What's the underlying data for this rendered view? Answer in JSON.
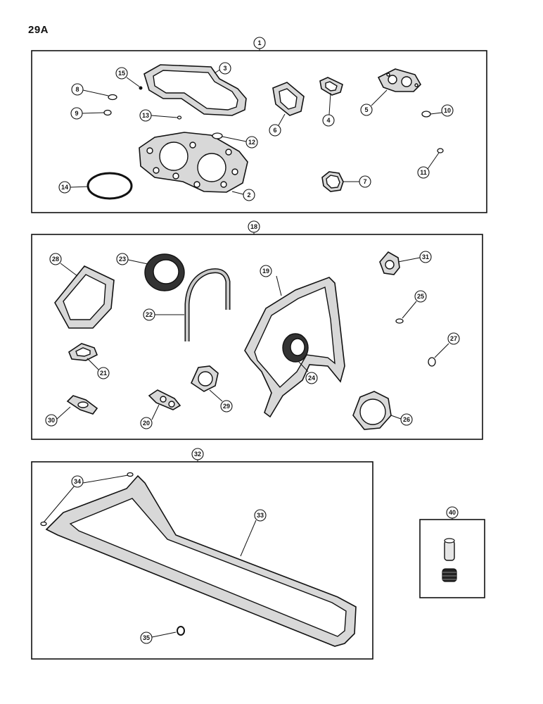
{
  "page_label": "29A",
  "groups": {
    "top_kit": "1",
    "front_kit": "18",
    "pan_kit": "32",
    "insert_kit": "40"
  },
  "callouts": {
    "c2": "2",
    "c3": "3",
    "c4": "4",
    "c5": "5",
    "c6": "6",
    "c7": "7",
    "c8": "8",
    "c9": "9",
    "c10": "10",
    "c11": "11",
    "c12": "12",
    "c13": "13",
    "c14": "14",
    "c15": "15",
    "c19": "19",
    "c20": "20",
    "c21": "21",
    "c22": "22",
    "c23": "23",
    "c24": "24",
    "c25": "25",
    "c26": "26",
    "c27": "27",
    "c28": "28",
    "c29": "29",
    "c30": "30",
    "c31": "31",
    "c33": "33",
    "c34": "34",
    "c35": "35"
  }
}
